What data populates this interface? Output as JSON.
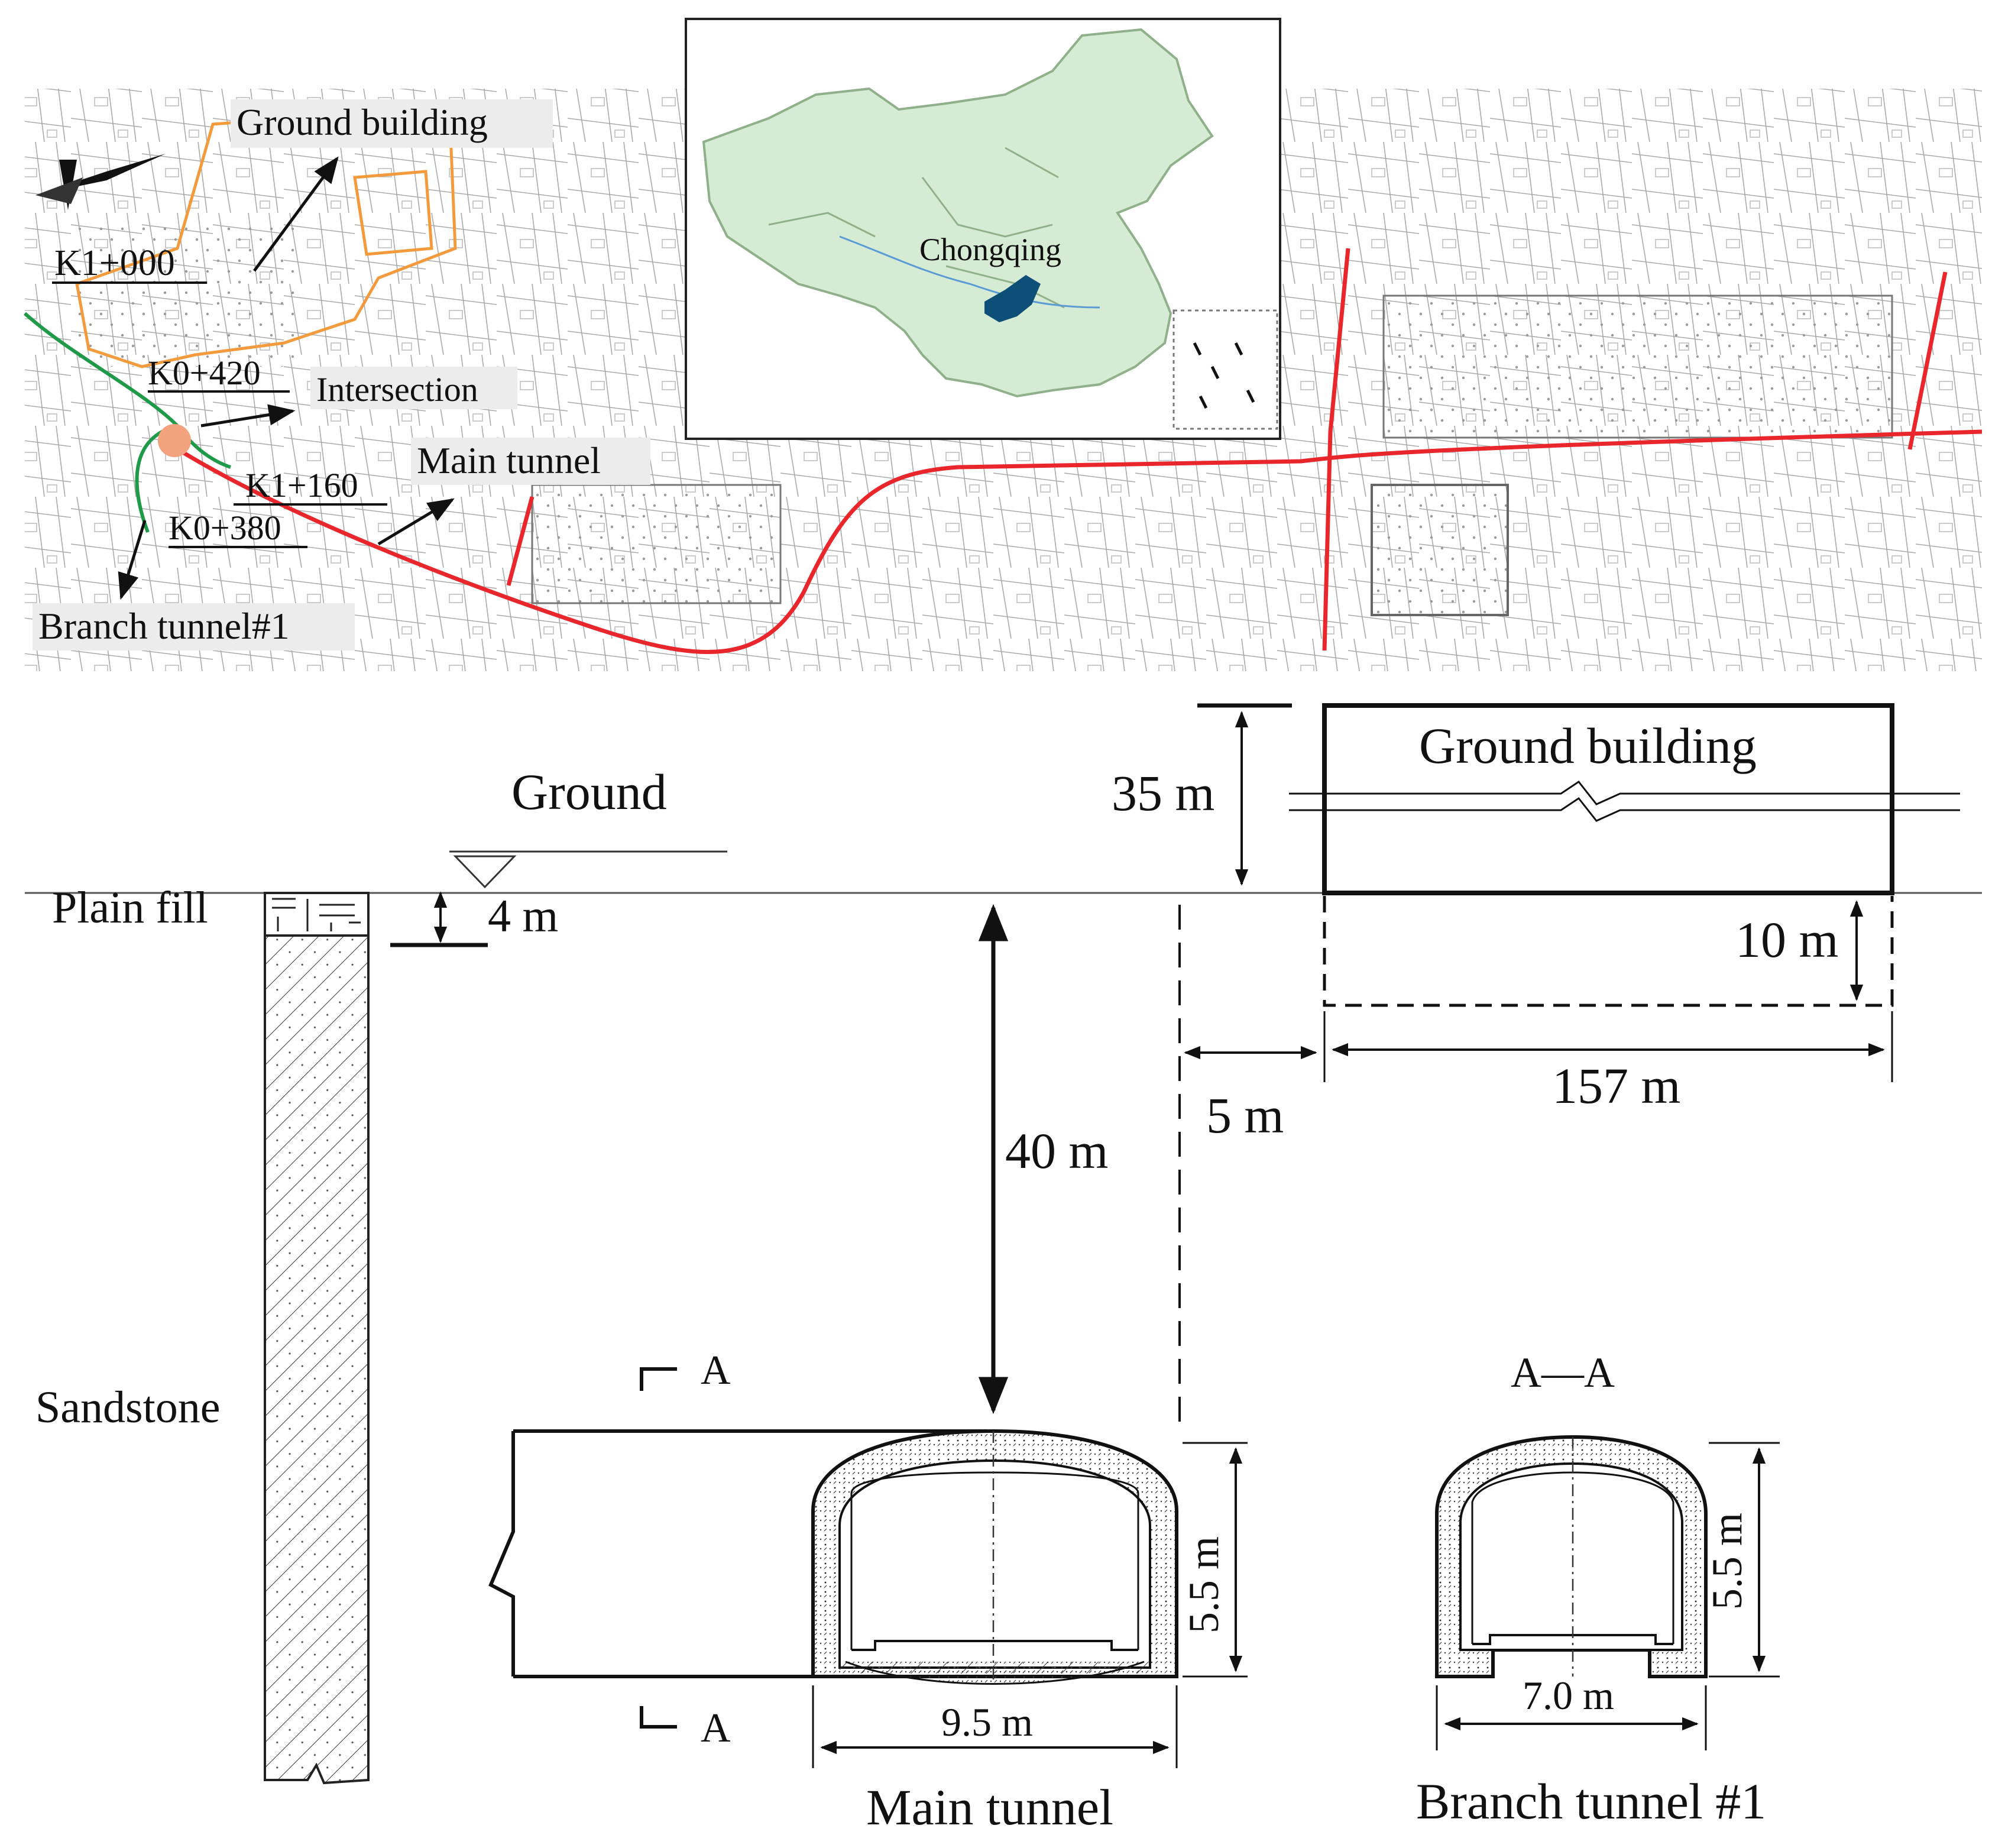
{
  "map": {
    "labels": {
      "ground_building": "Ground building",
      "k1_000": "K1+000",
      "k0_420": "K0+420",
      "intersection": "Intersection",
      "main_tunnel": "Main tunnel",
      "k1_160": "K1+160",
      "k0_380": "K0+380",
      "branch_tunnel": "Branch tunnel#1"
    },
    "inset_label": "Chongqing",
    "colors": {
      "main_route": "#e8262b",
      "branch_route": "#1f9a48",
      "building_outline": "#f39a3c",
      "province_fill": "#d6ebd3",
      "city_highlight": "#0e4f77",
      "streets": "#8a8a8a"
    }
  },
  "section": {
    "labels": {
      "ground": "Ground",
      "ground_building": "Ground building",
      "plain_fill": "Plain fill",
      "sandstone": "Sandstone",
      "section_mark": "A",
      "section_title": "A—A",
      "main_tunnel": "Main tunnel",
      "branch_tunnel": "Branch tunnel #1"
    },
    "dimensions": {
      "building_height": "35 m",
      "fill_depth": "4 m",
      "cover_depth": "40 m",
      "foundation_depth": "10 m",
      "offset": "5 m",
      "building_length": "157 m",
      "main_height": "5.5 m",
      "main_width": "9.5 m",
      "branch_height": "5.5 m",
      "branch_width": "7.0 m"
    }
  }
}
